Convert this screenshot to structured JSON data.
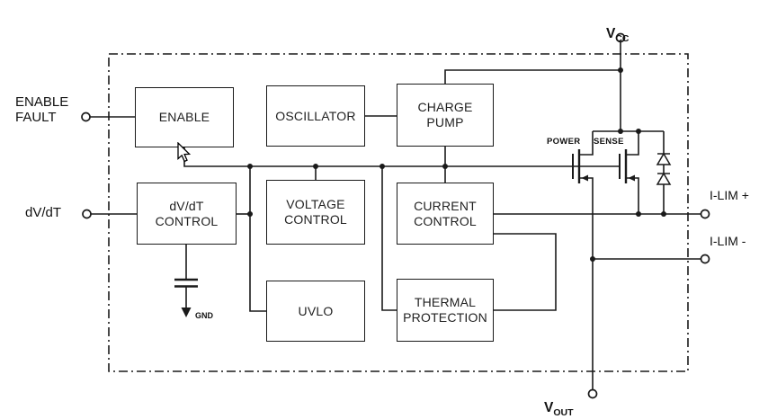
{
  "diagram": {
    "blocks": {
      "enable": "ENABLE",
      "oscillator": "OSCILLATOR",
      "charge_pump": "CHARGE\nPUMP",
      "dvdt_control": "dV/dT\nCONTROL",
      "voltage_control": "VOLTAGE\nCONTROL",
      "current_control": "CURRENT\nCONTROL",
      "uvlo": "UVLO",
      "thermal_protection": "THERMAL\nPROTECTION"
    },
    "pins": {
      "enable_fault": "ENABLE\nFAULT",
      "dvdt": "dV/dT",
      "vcc": {
        "main": "V",
        "sub": "CC"
      },
      "vout": {
        "main": "V",
        "sub": "OUT"
      },
      "ilim_plus": "I-LIM +",
      "ilim_minus": "I-LIM -",
      "gnd": "GND"
    },
    "transistors": {
      "power": "POWER",
      "sense": "SENSE"
    },
    "colors": {
      "line": "#1a1a1a",
      "background": "#ffffff"
    }
  }
}
